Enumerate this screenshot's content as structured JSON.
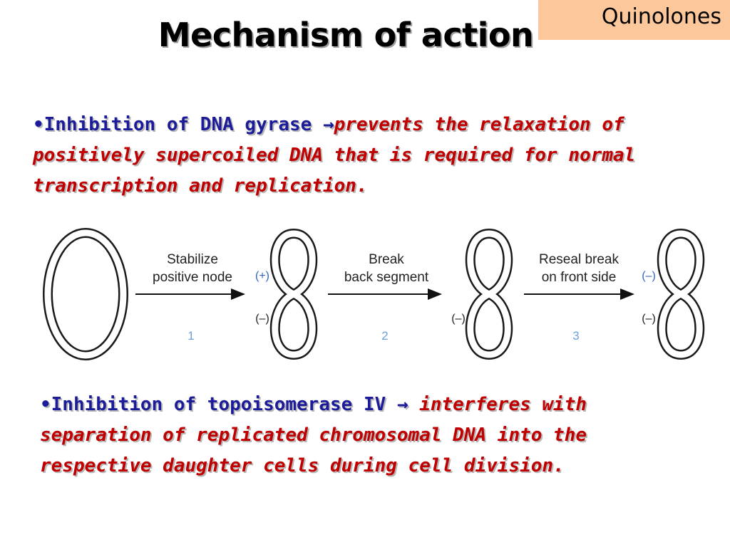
{
  "header": {
    "topic_tag": "Quinolones",
    "title": "Mechanism of action"
  },
  "bullets": [
    {
      "lead": "•Inhibition of DNA gyrase →",
      "rest": "prevents the relaxation of positively supercoiled DNA that is required for normal transcription and replication."
    },
    {
      "lead": "•Inhibition of topoisomerase IV →",
      "rest": " interferes with separation of replicated chromosomal DNA into the respective daughter cells during cell division."
    }
  ],
  "diagram": {
    "steps": [
      {
        "line1": "Stabilize",
        "line2": "positive node",
        "number": "1"
      },
      {
        "line1": "Break",
        "line2": "back segment",
        "number": "2"
      },
      {
        "line1": "Reseal break",
        "line2": "on front side",
        "number": "3"
      }
    ],
    "node_labels": {
      "plus": "(+)",
      "minus": "(–)"
    },
    "colors": {
      "strand": "#1a1a1a",
      "sign_label": "#2f63c8",
      "step_number": "#6fa0d8"
    }
  }
}
